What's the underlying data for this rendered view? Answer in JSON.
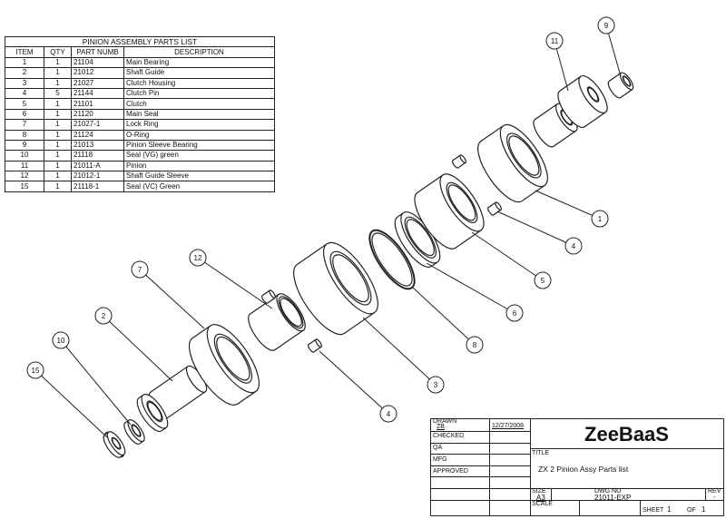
{
  "parts_list": {
    "title": "PINION ASSEMBLY PARTS LIST",
    "columns": [
      "ITEM",
      "QTY",
      "PART NUMB",
      "DESCRIPTION"
    ],
    "rows": [
      [
        "1",
        "1",
        "21104",
        "Main Bearing"
      ],
      [
        "2",
        "1",
        "21012",
        "Shaft Guide"
      ],
      [
        "3",
        "1",
        "21027",
        "Clutch Housing"
      ],
      [
        "4",
        "5",
        "21144",
        "Clutch Pin"
      ],
      [
        "5",
        "1",
        "21101",
        "Clutch"
      ],
      [
        "6",
        "1",
        "21120",
        "Main Seal"
      ],
      [
        "7",
        "1",
        "21027-1",
        "Lock Ring"
      ],
      [
        "8",
        "1",
        "21124",
        "O-Ring"
      ],
      [
        "9",
        "1",
        "21013",
        "Pinion Sleeve Bearing"
      ],
      [
        "10",
        "1",
        "21118",
        "Seal (VG) green"
      ],
      [
        "11",
        "1",
        "21011-A",
        "Pinion"
      ],
      [
        "12",
        "1",
        "21012-1",
        "Shaft Guide Sleeve"
      ],
      [
        "15",
        "1",
        "21118-1",
        "Seal (VC) Green"
      ]
    ]
  },
  "callouts": [
    "9",
    "11",
    "1",
    "4",
    "5",
    "6",
    "8",
    "3",
    "4",
    "12",
    "7",
    "2",
    "10",
    "15"
  ],
  "title_block": {
    "drawn_label": "DRAWN",
    "drawn_by": "ZB",
    "drawn_date": "12/27/2008",
    "checked_label": "CHECKED",
    "qa_label": "QA",
    "mfg_label": "MFG",
    "approved_label": "APPROVED",
    "company": "ZeeBaaS",
    "title_label": "TITLE",
    "title": "ZX 2 Pinion Assy Parts list",
    "size_label": "SIZE",
    "size": "A3",
    "dwg_no_label": "DWG NO",
    "dwg_no": "21011-EXP",
    "rev_label": "REV",
    "rev": "-",
    "scale_label": "SCALE",
    "sheet_label": "SHEET",
    "sheet": "1",
    "of_label": "OF",
    "sheet_total": "1"
  }
}
